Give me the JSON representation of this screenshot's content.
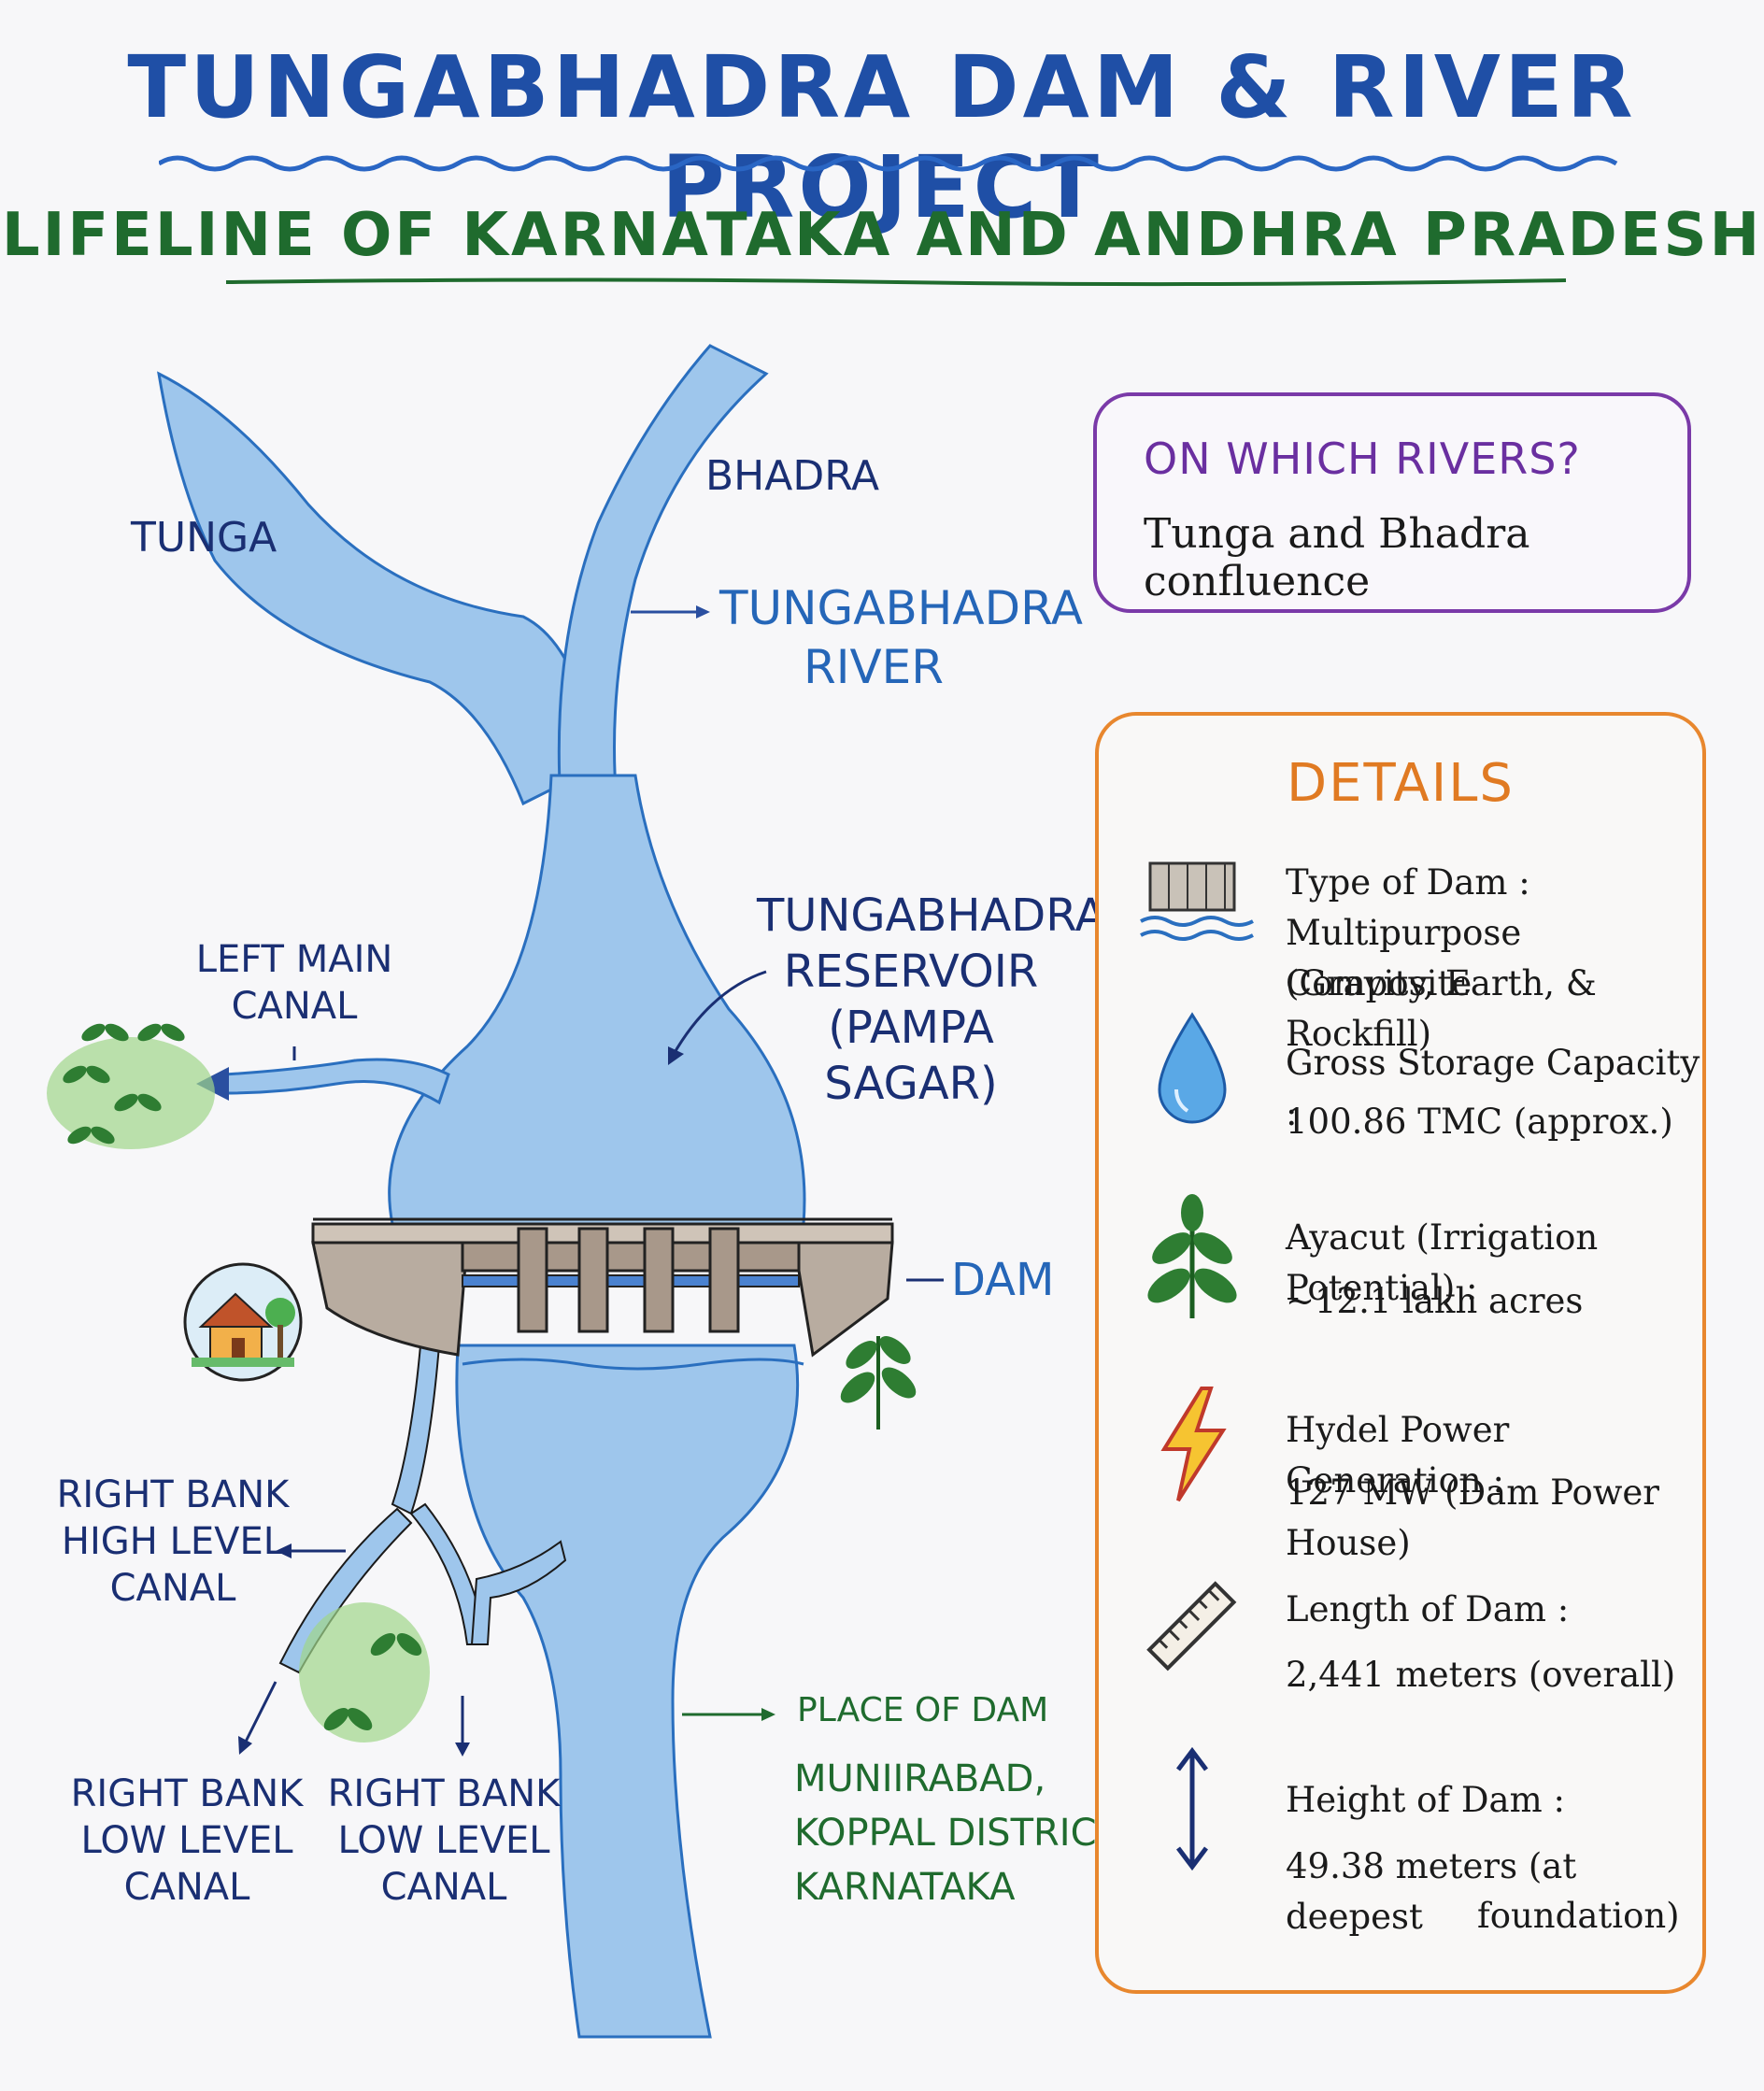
{
  "header": {
    "title": "TUNGABHADRA DAM & RIVER PROJECT",
    "subtitle": "LIFELINE OF KARNATAKA AND ANDHRA PRADESH"
  },
  "diagram": {
    "labels": {
      "tunga": "TUNGA",
      "bhadra": "BHADRA",
      "river_line1": "TUNGABHADRA",
      "river_line2": "RIVER",
      "reservoir_line1": "TUNGABHADRA",
      "reservoir_line2": "RESERVOIR",
      "reservoir_line3": "(PAMPA SAGAR)",
      "left_canal_line1": "LEFT MAIN",
      "left_canal_line2": "CANAL",
      "dam": "DAM",
      "rbhl_line1": "RIGHT BANK",
      "rbhl_line2": "HIGH LEVEL",
      "rbhl_line3": "CANAL",
      "rbll1_line1": "RIGHT BANK",
      "rbll1_line2": "LOW LEVEL",
      "rbll1_line3": "CANAL",
      "rbll2_line1": "RIGHT BANK",
      "rbll2_line2": "LOW LEVEL",
      "rbll2_line3": "CANAL",
      "place_heading": "PLACE OF DAM",
      "place_line1": "MUNIIRABAD,",
      "place_line2": "KOPPAL DISTRICT,",
      "place_line3": "KARNATAKA"
    }
  },
  "rivers": {
    "heading": "ON WHICH RIVERS?",
    "text": "Tunga and Bhadra confluence"
  },
  "details": {
    "heading": "DETAILS",
    "items": [
      {
        "icon": "dam-icon",
        "label": "Type of Dam :",
        "value_line1": "Multipurpose Composite",
        "value_line2": "(Gravity, Earth, & Rockfill)"
      },
      {
        "icon": "water-drop-icon",
        "label": "Gross Storage Capacity :",
        "value_line1": "100.86 TMC (approx.)"
      },
      {
        "icon": "plant-icon",
        "label": "Ayacut (Irrigation Potential) :",
        "value_line1": "~12.1 lakh acres"
      },
      {
        "icon": "lightning-icon",
        "label": "Hydel Power Generation :",
        "value_line1": "127 MW (Dam Power House)"
      },
      {
        "icon": "ruler-icon",
        "label": "Length of Dam :",
        "value_line1": "2,441 meters (overall)"
      },
      {
        "icon": "vertical-arrow-icon",
        "label": "Height of Dam :",
        "value_line1": "49.38 meters (at deepest",
        "value_line2": "foundation)"
      }
    ]
  },
  "colors": {
    "title": "#1f4fa6",
    "subtitle": "#1f6b2e",
    "water": "#9ec6ec",
    "rivers_border": "#7a3aa8",
    "details_border": "#e8872e"
  }
}
